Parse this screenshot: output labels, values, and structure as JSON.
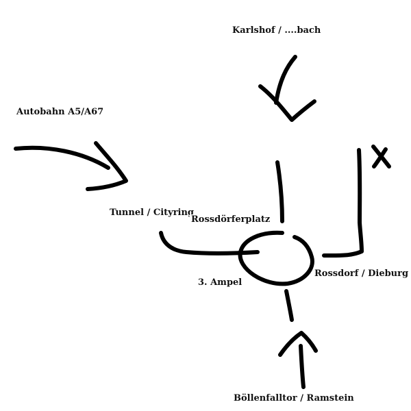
{
  "map": {
    "labels": {
      "karlshof": "Karlshof / ....bach",
      "autobahn": "Autobahn A5/A67",
      "tunnel": "Tunnel / Cityring",
      "rossdoerferplatz": "Rossdörferplatz",
      "rossdorf": "Rossdorf / Dieburg",
      "ampel": "3. Ampel",
      "boellenfalltor": "Böllenfalltor / Ramstein"
    },
    "icons": {
      "closed_road": "x-mark-icon"
    },
    "colors": {
      "ink": "#000000",
      "background": "#ffffff"
    }
  }
}
